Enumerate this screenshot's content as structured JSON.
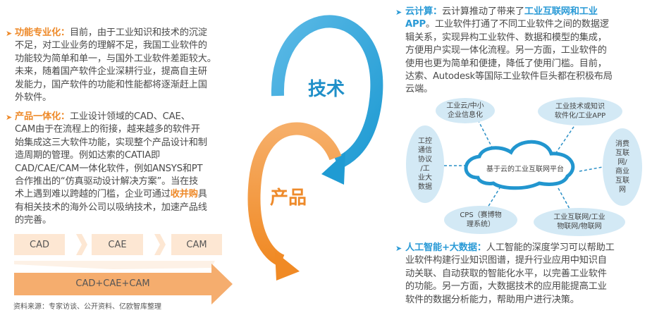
{
  "colors": {
    "orange": "#ee8a2a",
    "blue": "#2a9ad6",
    "box": "#fde7d3",
    "arrow": "#f5ad6e",
    "ellipse": "#d4eaf5"
  },
  "bullet_icon": "chevron-right-icon",
  "left_paragraphs": [
    {
      "lines": [
        [
          {
            "t": "功能专业化：",
            "c": "o"
          },
          {
            "t": "目前，由于工业知识和技术的沉淀"
          }
        ],
        [
          {
            "t": "不足，对工业业务的理解不足，我国工业软件的"
          }
        ],
        [
          {
            "t": "功能较为简单和单一，与国外工业软件差距较大。"
          }
        ],
        [
          {
            "t": "未来，随着国产软件企业深耕行业，提高自主研"
          }
        ],
        [
          {
            "t": "发能力，国产软件的功能和性能都将逐渐赶上国"
          }
        ],
        [
          {
            "t": "外软件。"
          }
        ]
      ]
    },
    {
      "lines": [
        [
          {
            "t": "产品一体化：",
            "c": "o"
          },
          {
            "t": "工业设计领域的CAD、CAE、"
          }
        ],
        [
          {
            "t": "CAM由于在流程上的衔接，越来越多的软件开"
          }
        ],
        [
          {
            "t": "始集成这三大软件功能，实现整个产品设计和制"
          }
        ],
        [
          {
            "t": "造周期的管理。例如达索的CATIA即"
          }
        ],
        [
          {
            "t": "CAD/CAE/CAM一体化软件，例如ANSYS和PT"
          }
        ],
        [
          {
            "t": "合作推出的“仿真驱动设计解决方案”。当在技"
          }
        ],
        [
          {
            "t": "术上遇到难以跨越的门槛，企业可通过"
          },
          {
            "t": "收并购",
            "c": "o"
          },
          {
            "t": "具"
          }
        ],
        [
          {
            "t": "有相关技术的海外公司以吸纳技术，加速产品线"
          }
        ],
        [
          {
            "t": "的完善。"
          }
        ]
      ]
    }
  ],
  "right_paragraphs": [
    {
      "lines": [
        [
          {
            "t": "云计算：",
            "c": "b"
          },
          {
            "t": "云计算推动了带来了"
          },
          {
            "t": "工业互联网和工业",
            "c": "b"
          }
        ],
        [
          {
            "t": "APP",
            "c": "b"
          },
          {
            "t": "。工业软件打通了不同工业软件之间的数据逻"
          }
        ],
        [
          {
            "t": "辑关系，实现异构工业软件、数据和模型的集成，"
          }
        ],
        [
          {
            "t": "方便用户实现一体化流程。另一方面，工业软件的"
          }
        ],
        [
          {
            "t": "使用也更为简单和便捷，降低了使用门槛。目前，"
          }
        ],
        [
          {
            "t": "达索、Autodesk等国际工业软件巨头都在积极布局"
          }
        ],
        [
          {
            "t": "云端。"
          }
        ]
      ]
    },
    {
      "lines": [
        [
          {
            "t": "人工智能+大数据：",
            "c": "b"
          },
          {
            "t": "人工智能的深度学习可以帮助工"
          }
        ],
        [
          {
            "t": "业软件构建行业知识图谱，提升行业应用中知识自"
          }
        ],
        [
          {
            "t": "动关联、自动获取的智能化水平，以完善工业软件"
          }
        ],
        [
          {
            "t": "的功能。另一方面，大数据技术的应用能提高工业"
          }
        ],
        [
          {
            "t": "软件的数据分析能力，帮助用户进行决策。"
          }
        ]
      ]
    }
  ],
  "cycle": {
    "tech": "技术",
    "product": "产品"
  },
  "flow": {
    "steps": [
      "CAD",
      "CAE",
      "CAM"
    ],
    "combined": "CAD+CAE+CAM"
  },
  "source": "资料来源：专家访谈、公开资料、亿欧智库整理",
  "diagram": {
    "center": "基于云的工业互联网平台",
    "nodes": {
      "top_left": [
        "工业云/中小",
        "企业信息化"
      ],
      "top_right": [
        "工业技术或知识",
        "软件化/工业APP"
      ],
      "left": [
        "工控",
        "通信",
        "协议",
        "/工",
        "业大",
        "数据"
      ],
      "right": [
        "消费",
        "互联",
        "网/",
        "商业",
        "互联",
        "网"
      ],
      "bottom_left": [
        "CPS（赛博物",
        "理系统）"
      ],
      "bottom_right": [
        "工业互联网/工业",
        "物联网/物联网"
      ]
    }
  }
}
